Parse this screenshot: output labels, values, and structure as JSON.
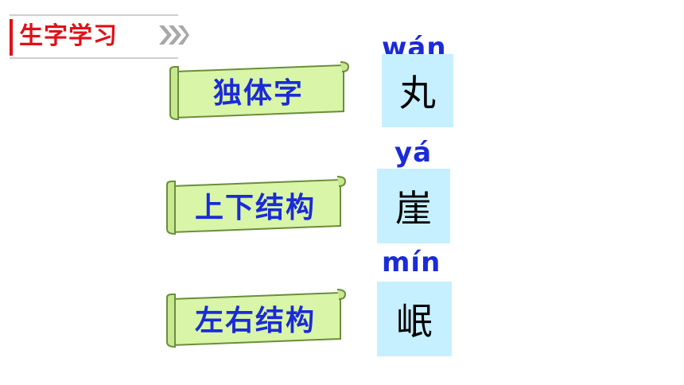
{
  "header": {
    "title": "生字学习",
    "chevron_icon": "double-chevron-right-icon"
  },
  "categories": [
    {
      "label": "独体字"
    },
    {
      "label": "上下结构"
    },
    {
      "label": "左右结构"
    }
  ],
  "characters": [
    {
      "pinyin": "wán",
      "hanzi": "丸"
    },
    {
      "pinyin": "yá",
      "hanzi": "崖"
    },
    {
      "pinyin": "mín",
      "hanzi": "岷"
    }
  ],
  "colors": {
    "accent_red": "#e0101a",
    "label_blue": "#1a2bd8",
    "scroll_green": "#d8f5a8",
    "char_box": "#c6f0ff"
  }
}
